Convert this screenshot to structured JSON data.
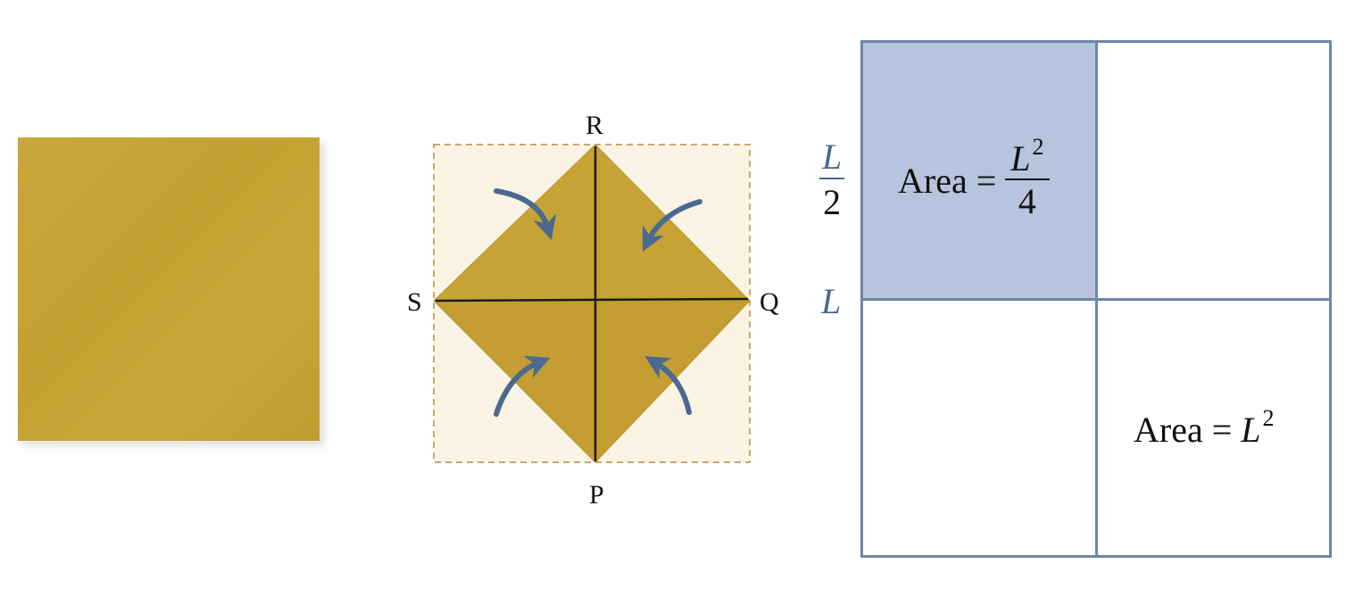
{
  "paper": {
    "color": "#c6a335"
  },
  "fold": {
    "labels": {
      "top": "R",
      "left": "S",
      "right": "Q",
      "bottom": "P"
    },
    "paper_color": "#c6a335",
    "background_color": "#fbf3e4",
    "dash_color": "#c9a96a",
    "arrow_color": "#4a6a90",
    "arrow_icon": "curved-arrow-icon"
  },
  "grid": {
    "highlight_color": "#b7c4de",
    "border_color": "#6e86a8",
    "small_area": {
      "prefix": "Area =",
      "numerator": "L",
      "exponent": "2",
      "denominator": "4"
    },
    "large_area": {
      "prefix": "Area =",
      "variable": "L",
      "exponent": "2"
    },
    "side_half": {
      "numerator": "L",
      "denominator": "2"
    },
    "side_full": "L"
  }
}
